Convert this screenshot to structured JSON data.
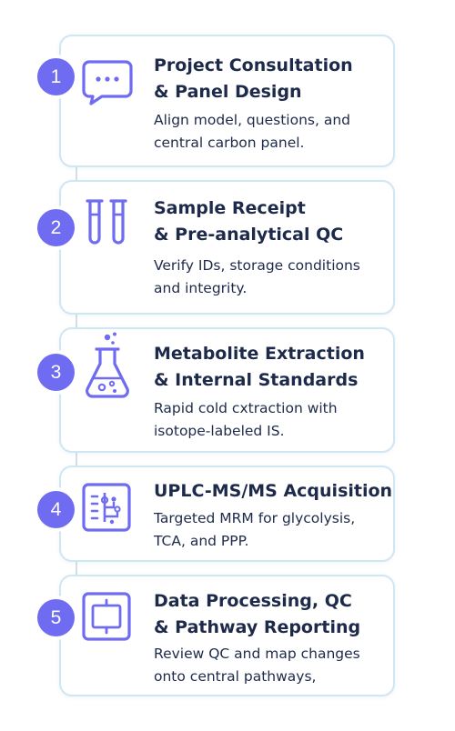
{
  "steps": [
    {
      "number": "1",
      "icon": "chat-bubble-icon",
      "title_lines": [
        "Project Consultation",
        "& Panel Design"
      ],
      "desc_lines": [
        "Align model, questions, and",
        "central carbon panel."
      ]
    },
    {
      "number": "2",
      "icon": "test-tubes-icon",
      "title_lines": [
        "Sample Receipt",
        "& Pre-analytical QC"
      ],
      "desc_lines": [
        "Verify IDs, storage conditions",
        "and integrity."
      ]
    },
    {
      "number": "3",
      "icon": "flask-icon",
      "title_lines": [
        "Metabolite Extraction",
        "& Internal Standards"
      ],
      "desc_lines": [
        "Rapid cold cxtraction with",
        "isotope-labeled IS."
      ]
    },
    {
      "number": "4",
      "icon": "circuit-chip-icon",
      "title_lines": [
        "UPLC-MS/MS Acquisition"
      ],
      "desc_lines": [
        "Targeted MRM for glycolysis,",
        "TCA, and PPP."
      ]
    },
    {
      "number": "5",
      "icon": "data-frame-icon",
      "title_lines": [
        "Data Processing, QC",
        "& Pathway Reporting"
      ],
      "desc_lines": [
        "Review QC and map changes",
        "onto central pathways,"
      ]
    }
  ],
  "colors": {
    "accent": "#6f6cf2",
    "text": "#1e2a4a",
    "card_border": "#cfe6f3"
  }
}
